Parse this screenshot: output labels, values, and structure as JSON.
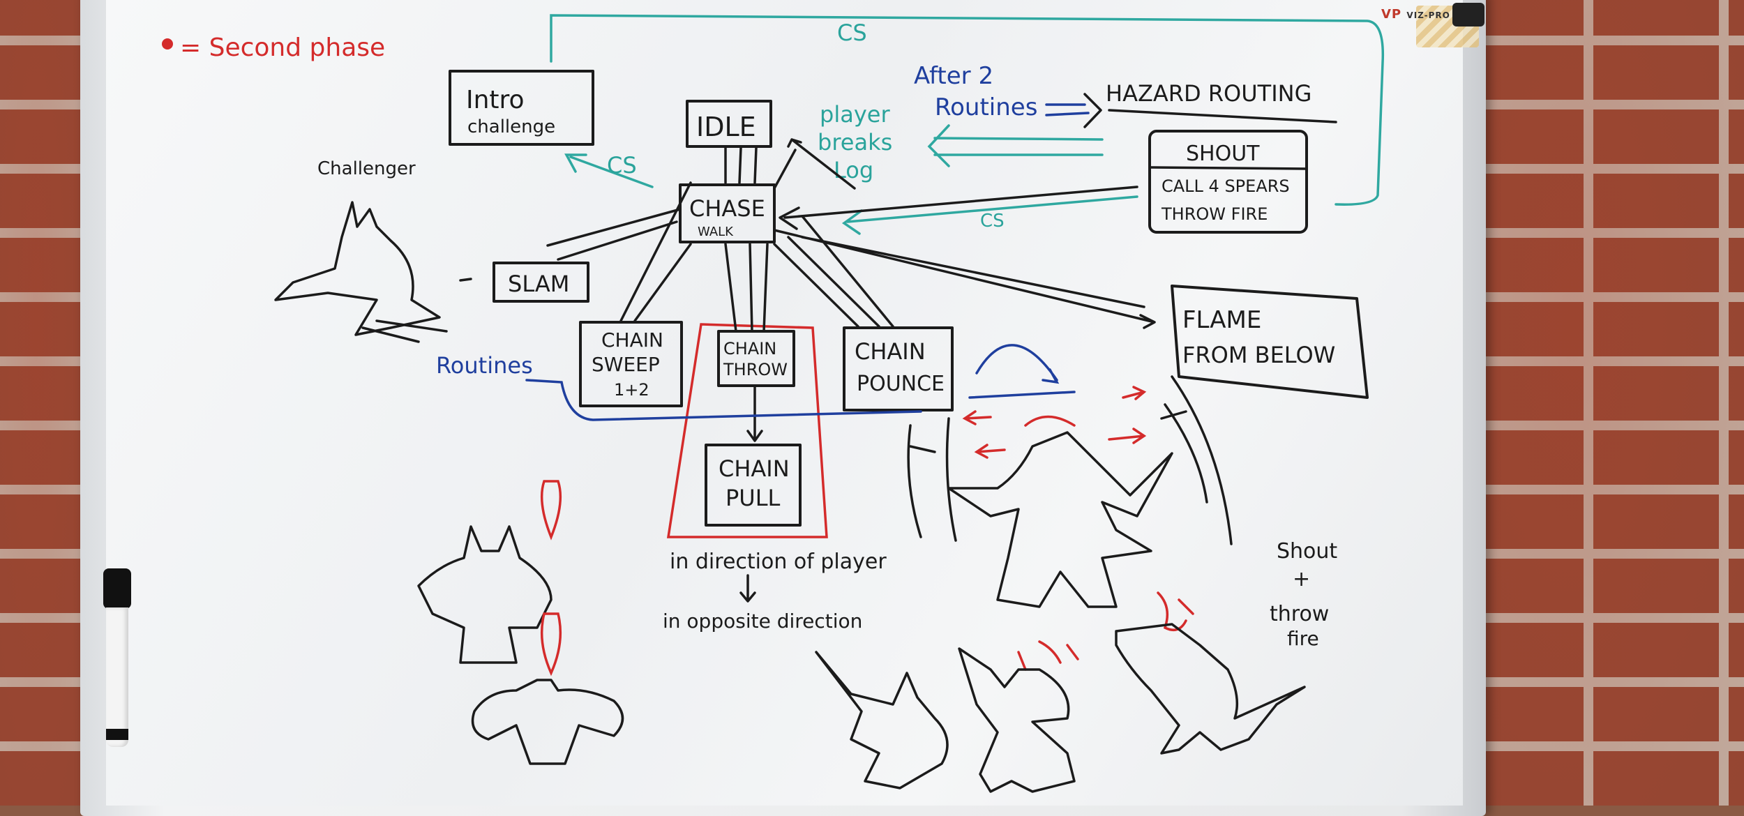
{
  "brand": {
    "mark": "VP",
    "name": "VIZ-PRO"
  },
  "legend": {
    "text": "= Second phase"
  },
  "labels": {
    "challenger": "Challenger",
    "routines_left": "Routines",
    "after_routines_line1": "After 2",
    "after_routines_line2": "Routines",
    "player_breaks_line1": "player",
    "player_breaks_line2": "breaks",
    "player_breaks_line3": "Log",
    "cs_top": "CS",
    "cs_left": "CS",
    "cs_right": "CS",
    "direction_line1": "in direction of player",
    "direction_line2": "in opposite direction",
    "shout_throw_line1": "Shout",
    "shout_throw_line2": "+",
    "shout_throw_line3": "throw",
    "shout_throw_line4": "fire"
  },
  "nodes": {
    "intro_line1": "Intro",
    "intro_line2": "challenge",
    "idle": "IDLE",
    "chase_line1": "CHASE",
    "chase_line2": "WALK",
    "slam": "SLAM",
    "chain_sweep_line1": "CHAIN",
    "chain_sweep_line2": "SWEEP",
    "chain_sweep_line3": "1+2",
    "chain_throw_line1": "CHAIN",
    "chain_throw_line2": "THROW",
    "chain_pull_line1": "CHAIN",
    "chain_pull_line2": "PULL",
    "chain_pounce_line1": "CHAIN",
    "chain_pounce_line2": "POUNCE",
    "hazard_routing": "HAZARD ROUTING",
    "shout": "SHOUT",
    "call_spears": "CALL 4 SPEARS",
    "throw_fire": "THROW FIRE",
    "flame_line1": "FLAME",
    "flame_line2": "FROM BELOW"
  },
  "colors": {
    "black_ink": "#1b1b1b",
    "teal_ink": "#2fa8a0",
    "blue_ink": "#1f3f9e",
    "red_ink": "#d42b2b"
  }
}
